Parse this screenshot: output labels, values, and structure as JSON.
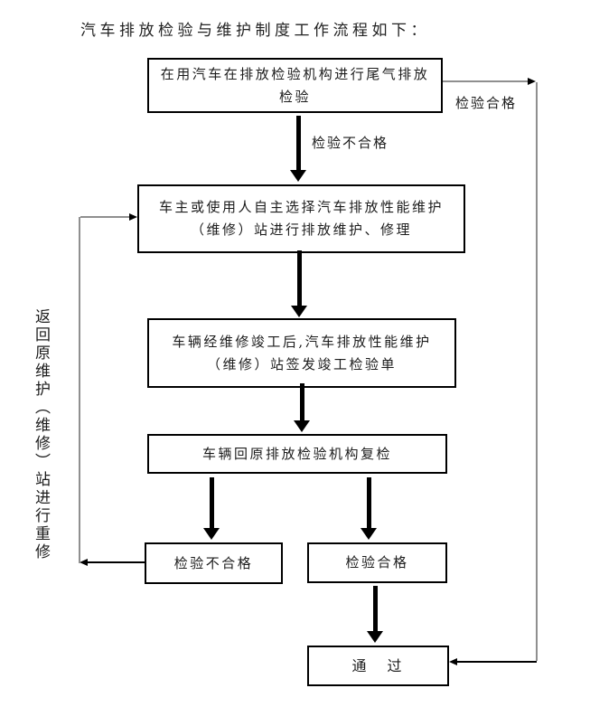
{
  "title": "汽车排放检验与维护制度工作流程如下：",
  "flowchart": {
    "boxes": {
      "emission_test": "在用汽车在排放检验机构进行尾气排放检验",
      "choose_station": "车主或使用人自主选择汽车排放性能维护（维修）站进行排放维护、修理",
      "issue_certificate": "车辆经维修竣工后,汽车排放性能维护（维修）站签发竣工检验单",
      "recheck": "车辆回原排放检验机构复检",
      "fail": "检验不合格",
      "pass": "检验合格",
      "final_pass": "通 过"
    },
    "edge_labels": {
      "fail_top": "检验不合格",
      "pass_top": "检验合格",
      "return_side": "返回原维护（维修）站进行重修"
    },
    "colors": {
      "line_black": "#000000",
      "connector_gray": "#8f8f8f",
      "background": "#ffffff",
      "text": "#1c1c1c"
    }
  }
}
